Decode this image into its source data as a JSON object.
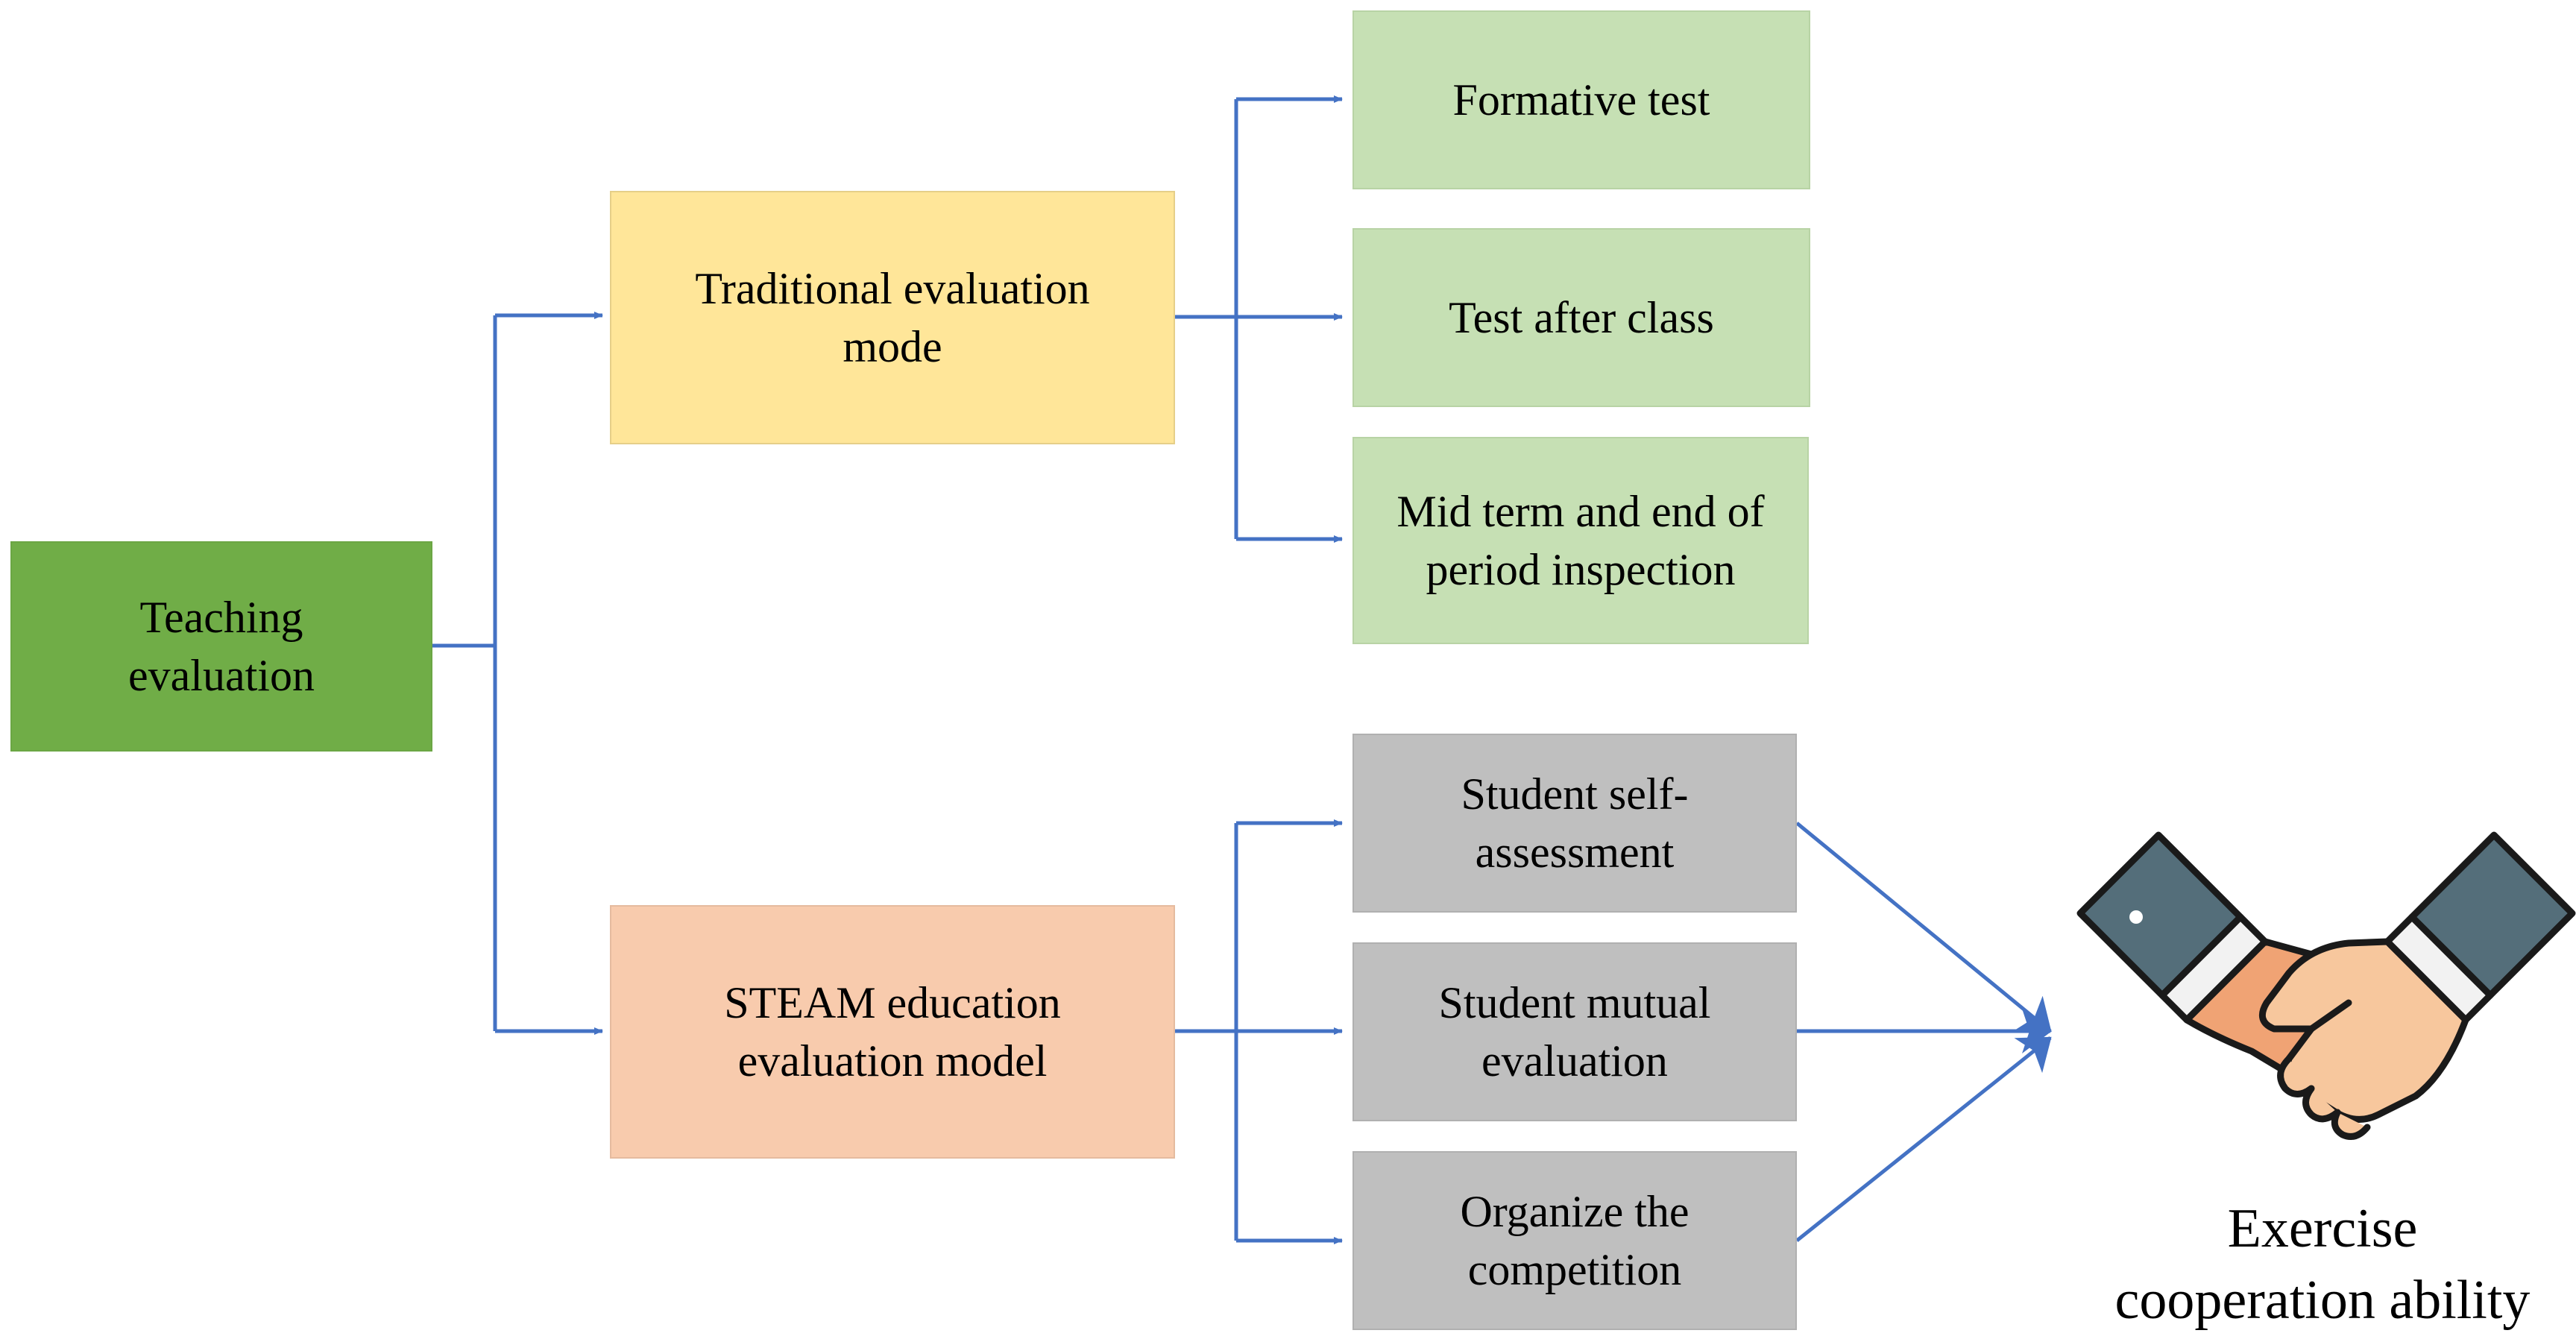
{
  "root": {
    "label": "Teaching\nevaluation"
  },
  "branches": [
    {
      "label": "Traditional evaluation\nmode",
      "children": [
        {
          "label": "Formative test"
        },
        {
          "label": "Test after class"
        },
        {
          "label": "Mid term and end of\nperiod inspection"
        }
      ]
    },
    {
      "label": "STEAM education\nevaluation model",
      "children": [
        {
          "label": "Student self-\nassessment"
        },
        {
          "label": "Student mutual\nevaluation"
        },
        {
          "label": "Organize the\ncompetition"
        }
      ]
    }
  ],
  "outcome": {
    "label": "Exercise\ncooperation ability",
    "icon": "handshake-icon"
  },
  "colors": {
    "root": "#70ad47",
    "traditional": "#ffe699",
    "steam": "#f8cbad",
    "traditional_children": "#c6e0b4",
    "steam_children": "#bfbfbf",
    "connector": "#4472c4"
  }
}
